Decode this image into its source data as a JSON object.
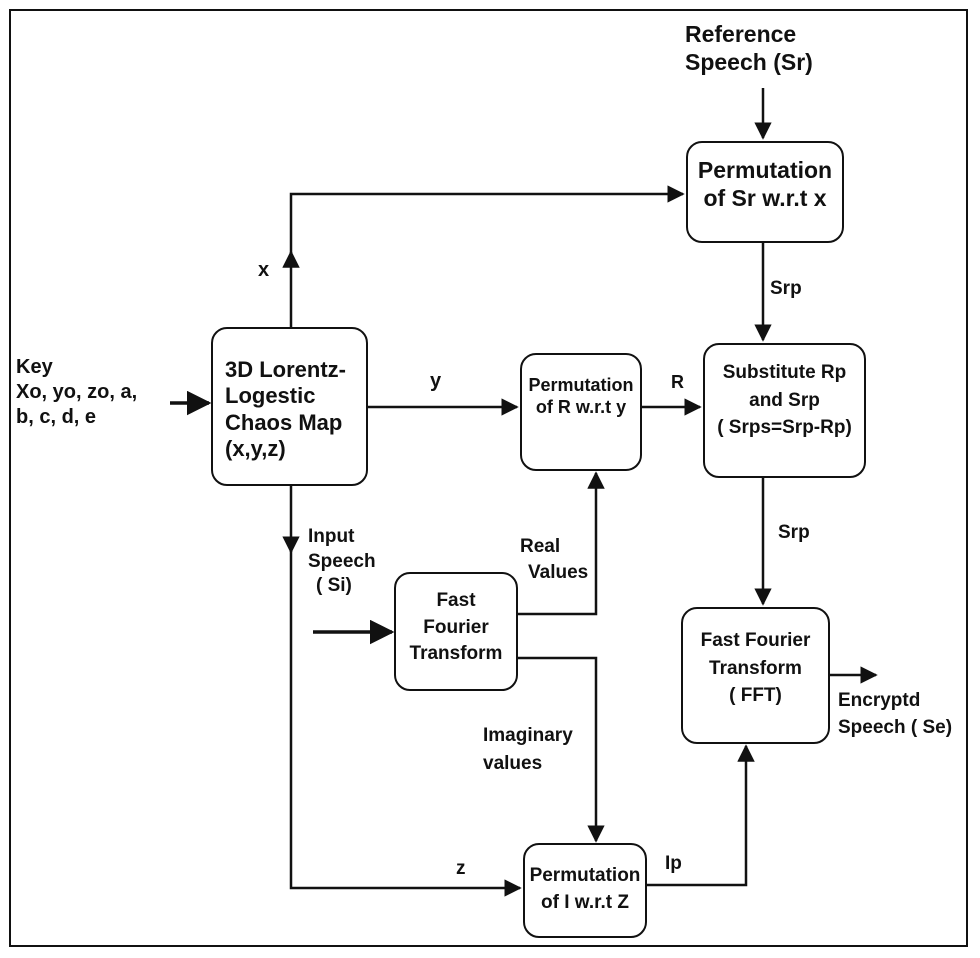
{
  "nodes": {
    "reference_speech": {
      "lines": [
        "Reference",
        "Speech (Sr)"
      ]
    },
    "key": {
      "lines": [
        "Key",
        "Xo, yo, zo, a,",
        "b, c, d, e"
      ]
    },
    "lorentz_map": {
      "lines": [
        "3D Lorentz-",
        "Logestic",
        "Chaos Map",
        "(x,y,z)"
      ]
    },
    "perm_sr": {
      "lines": [
        "Permutation",
        "of Sr w.r.t x"
      ]
    },
    "perm_r": {
      "lines": [
        "Permutation",
        "of R w.r.t y"
      ]
    },
    "substitute": {
      "lines": [
        "Substitute Rp",
        "and Srp",
        "( Srps=Srp-Rp)"
      ]
    },
    "fft_input": {
      "lines": [
        "Fast",
        "Fourier",
        "Transform"
      ]
    },
    "fft_output": {
      "lines": [
        "Fast Fourier",
        "Transform",
        "( FFT)"
      ]
    },
    "perm_i": {
      "lines": [
        "Permutation",
        "of I w.r.t Z"
      ]
    }
  },
  "edge_labels": {
    "x": "x",
    "y": "y",
    "r": "R",
    "z": "z",
    "srp_top": "Srp",
    "srp_bottom": "Srp",
    "ip": "Ip",
    "input_speech": [
      "Input",
      "Speech",
      "( Si)"
    ],
    "real_values": [
      "Real",
      "Values"
    ],
    "imaginary_values": [
      "Imaginary",
      "values"
    ],
    "encrypted_speech": [
      "Encryptd",
      "Speech ( Se)"
    ]
  }
}
